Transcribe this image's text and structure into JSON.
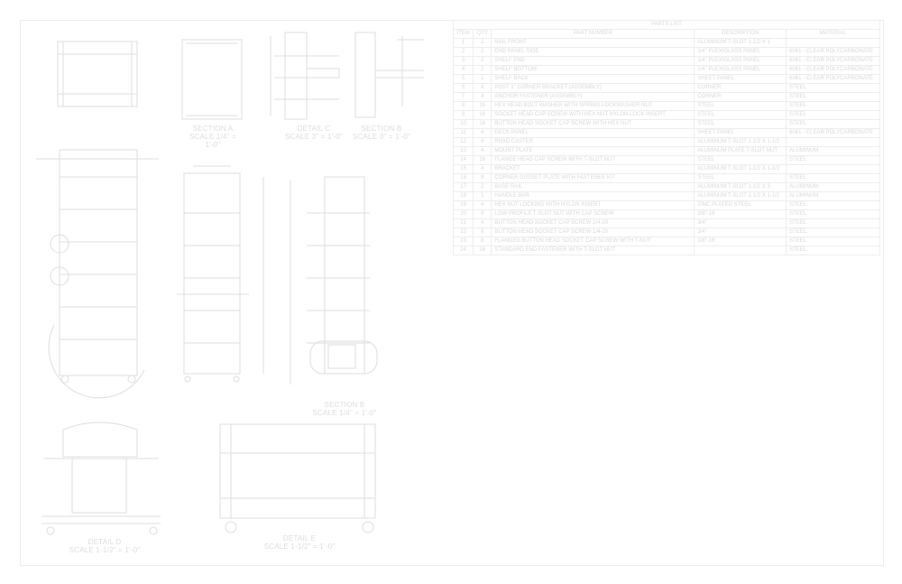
{
  "views": {
    "section_a": {
      "title": "SECTION A",
      "scale": "SCALE 1/4\" = 1'-0\""
    },
    "detail_c": {
      "title": "DETAIL C",
      "scale": "SCALE 3\" = 1'-0\""
    },
    "section_b": {
      "title": "SECTION B",
      "scale": "SCALE 3\" = 1'-0\""
    },
    "section_b2": {
      "title": "SECTION B",
      "scale": "SCALE 1/4\" = 1'-0\""
    },
    "detail_d": {
      "title": "DETAIL D",
      "scale": "SCALE 1-1/2\" = 1'-0\""
    },
    "detail_e": {
      "title": "DETAIL E",
      "scale": "SCALE 1-1/2\" = 1'-0\""
    }
  },
  "bom": {
    "title": "PARTS LIST",
    "headers": [
      "ITEM",
      "QTY",
      "PART NUMBER",
      "DESCRIPTION",
      "MATERIAL"
    ],
    "rows": [
      [
        "1",
        "2",
        "RAIL FRONT",
        "ALUMINUM T-SLOT 1-1/2 X 1",
        ""
      ],
      [
        "2",
        "2",
        "END PANEL SIDE",
        "1/4\" PLEXIGLASS PANEL",
        "6061 - CLEAR POLYCARBONATE"
      ],
      [
        "3",
        "2",
        "SHELF END",
        "1/4\" PLEXIGLASS PANEL",
        "6061 - CLEAR POLYCARBONATE"
      ],
      [
        "4",
        "2",
        "SHELF BOTTOM",
        "1/4\" PLEXIGLASS PANEL",
        "6061 - CLEAR POLYCARBONATE"
      ],
      [
        "5",
        "1",
        "SHELF BACK",
        "SHEET PANEL",
        "6061 - CLEAR POLYCARBONATE"
      ],
      [
        "6",
        "4",
        "POST 1\" CORNER BRACKET (ASSEMBLY)",
        "CORNER",
        "STEEL"
      ],
      [
        "7",
        "4",
        "ANCHOR FASTENER (ASSEMBLY)",
        "CORNER",
        "STEEL"
      ],
      [
        "8",
        "16",
        "HEX HEAD BOLT WASHER WITH SPRING LOCKWASHER NUT",
        "STEEL",
        "STEEL"
      ],
      [
        "9",
        "16",
        "SOCKET HEAD CAP SCREW WITH HEX NUT NYLON LOCK INSERT",
        "STEEL",
        "STEEL"
      ],
      [
        "10",
        "16",
        "BUTTON HEAD SOCKET CAP SCREW WITH HEX NUT",
        "STEEL",
        "STEEL"
      ],
      [
        "11",
        "4",
        "DECK PANEL",
        "SHEET PANEL",
        "6061 - CLEAR POLYCARBONATE"
      ],
      [
        "12",
        "4",
        "RIGID CASTER",
        "ALUMINUM T-SLOT 1-1/2 X 1-1/2",
        ""
      ],
      [
        "13",
        "4",
        "MOUNT PLATE",
        "ALUMINUM PLATE T-SLOT NUT",
        "ALUMINUM"
      ],
      [
        "14",
        "16",
        "FLANGE HEAD CAP SCREW WITH T-SLOT NUT",
        "STEEL",
        "STEEL"
      ],
      [
        "15",
        "4",
        "BRACKET",
        "ALUMINUM T-SLOT 1-1/2 X 1-1/2",
        ""
      ],
      [
        "16",
        "8",
        "CORNER GUSSET PLATE WITH FASTENER KIT",
        "STEEL",
        "STEEL"
      ],
      [
        "17",
        "2",
        "BASE RAIL",
        "ALUMINUM T-SLOT 1-1/2 X 3",
        "ALUMINUM"
      ],
      [
        "18",
        "1",
        "HANDLE BAR",
        "ALUMINUM T-SLOT 1-1/2 X 1-1/2",
        "ALUMINUM"
      ],
      [
        "19",
        "4",
        "HEX NUT LOCKING WITH NYLON INSERT",
        "ZINC PLATED STEEL",
        "STEEL"
      ],
      [
        "20",
        "8",
        "LOW PROFILE T-SLOT NUT WITH CAP SCREW",
        "3/8\"-16",
        "STEEL"
      ],
      [
        "21",
        "4",
        "BUTTON HEAD SOCKET CAP SCREW 1/4-20",
        "3/4\"",
        "STEEL"
      ],
      [
        "22",
        "8",
        "BUTTON HEAD SOCKET CAP SCREW 1/4-20",
        "3/4\"",
        "STEEL"
      ],
      [
        "23",
        "8",
        "FLANGED BUTTON HEAD SOCKET CAP SCREW WITH T-NUT",
        "3/8\"-16",
        "STEEL"
      ],
      [
        "24",
        "16",
        "STANDARD END FASTENER WITH T-SLOT NUT",
        "",
        "STEEL"
      ]
    ]
  }
}
